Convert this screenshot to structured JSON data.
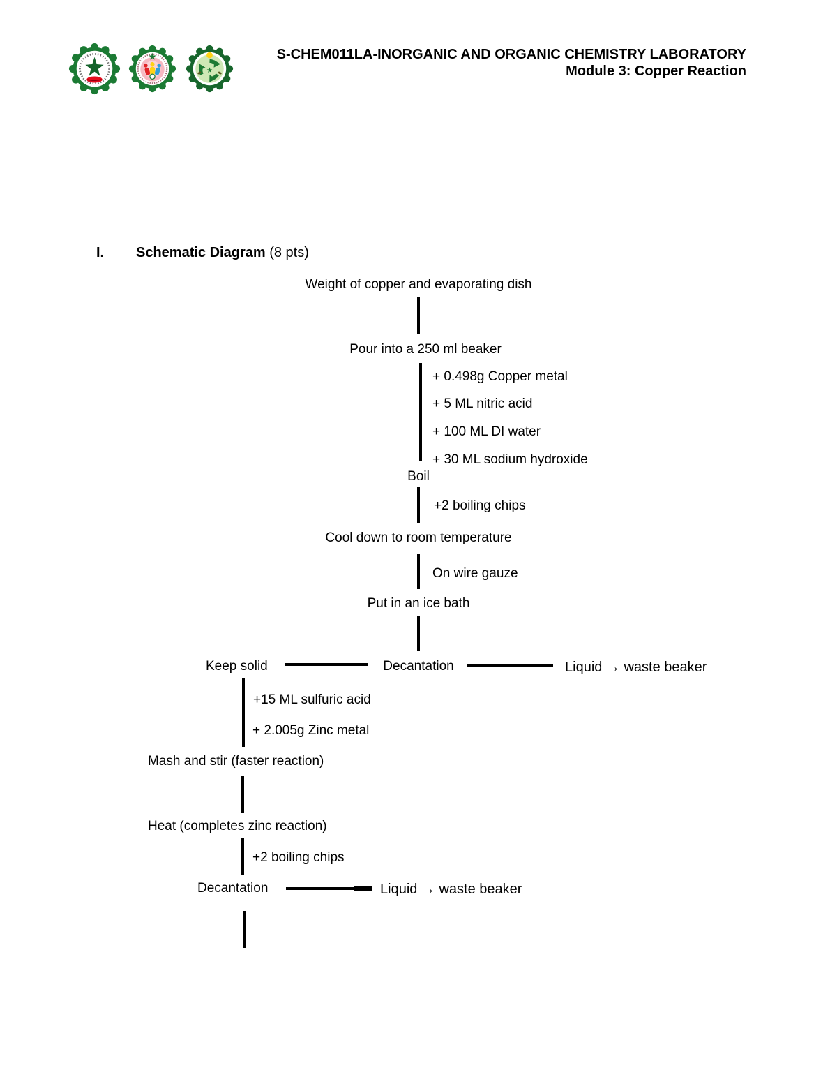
{
  "header": {
    "title_line1": "S-CHEM011LA-INORGANIC AND ORGANIC CHEMISTRY LABORATORY",
    "title_line2": "Module 3: Copper Reaction",
    "logos": [
      {
        "name": "school-seal-star"
      },
      {
        "name": "school-seal-people"
      },
      {
        "name": "school-seal-recycle"
      }
    ]
  },
  "section": {
    "numeral": "I.",
    "title": "Schematic Diagram",
    "points": " (8 pts)"
  },
  "flowchart": {
    "weigh": "Weight of copper and evaporating dish",
    "pour": "Pour into a 250 ml beaker",
    "add_copper": "+ 0.498g Copper metal",
    "add_nitric": "+ 5 ML nitric acid",
    "add_water": "+ 100 ML DI water",
    "add_naoh": "+ 30 ML sodium hydroxide",
    "boil": "Boil",
    "add_chips_1": "+2 boiling chips",
    "cool": "Cool down to room temperature",
    "gauze": "On wire gauze",
    "ice_bath": "Put in an ice bath",
    "keep_solid": "Keep solid",
    "decant_1": "Decantation",
    "liquid_1": "Liquid → waste beaker",
    "add_sulfuric": "+15 ML sulfuric acid",
    "add_zinc": "+ 2.005g Zinc metal",
    "mash": "Mash and stir (faster reaction)",
    "heat": "Heat (completes zinc reaction)",
    "add_chips_2": "+2 boiling chips",
    "decant_2": "Decantation",
    "liquid_2": "Liquid → waste beaker"
  },
  "colors": {
    "text": "#000000",
    "line": "#000000",
    "logo_green": "#1b7a33",
    "logo_dark_green": "#14632b",
    "logo_red": "#e60d1e",
    "logo_pink": "#f6b9c2",
    "logo_yellow": "#ffd216",
    "logo_blue": "#2f9fd8",
    "logo_light_green": "#cfe8b5"
  }
}
